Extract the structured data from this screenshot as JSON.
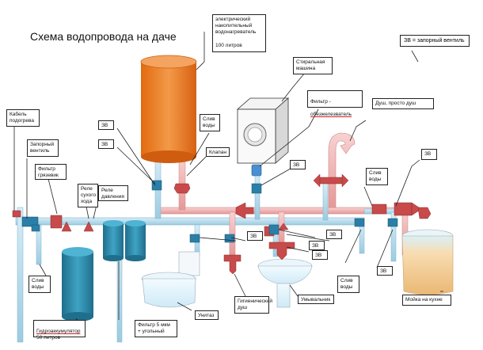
{
  "title": "Схема водопровода  на даче",
  "legend": "ЗВ = запорный вентиль",
  "labels": {
    "heater": "электрический накопительный водонагреватель\n\n100 литров",
    "washer": "Стиральная машина",
    "deferrizer_prefix": "Фильтр -",
    "deferrizer_word": "обезжелезватель",
    "shower": "Душ, просто душ",
    "heating_cable": "Кабель подогрева",
    "main_valve": "Запорный вентиль",
    "mud_filter": "Фильтр грязевик",
    "dry_relay": "Реле сухого хода",
    "pressure_relay": "Реле давления",
    "drain_left": "Слив воды",
    "drain_top": "Слив воды",
    "drain_right_top": "Слив воды",
    "drain_bottom": "Слив воды",
    "valve_cluster": "Клапан",
    "accumulator_prefix": "Гидроаккумулятор",
    "accumulator_suffix": " 50 литров",
    "filter5": "Фильтр 5 мкм + угольный",
    "toilet": "Унитаз",
    "hygienic_shower": "Гигиенический душ",
    "sink": "Умывальник",
    "kitchen_sink": "Мойка на кухне",
    "zv": "ЗВ"
  },
  "colors": {
    "pipe_cold": "#a8d4e8",
    "pipe_hot": "#f0a8a8",
    "heater": "#e87a1e",
    "tank": "#2b86a6",
    "valve_blue": "#2a7fa8",
    "valve_red": "#c84a4a",
    "outline": "#222222"
  }
}
